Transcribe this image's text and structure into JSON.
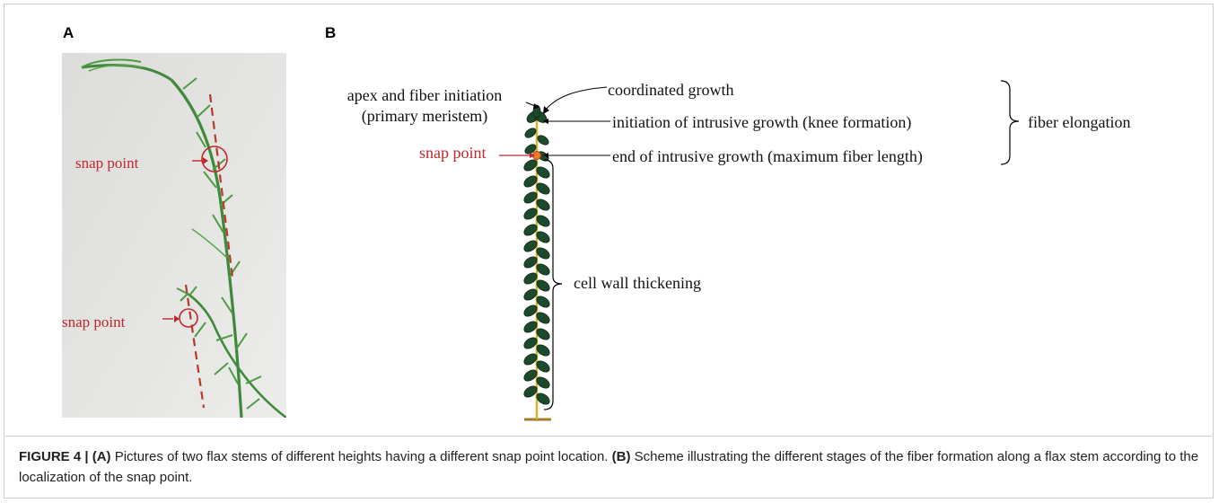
{
  "panels": {
    "a_label": "A",
    "b_label": "B"
  },
  "photo_a": {
    "snap_point_upper": "snap point",
    "snap_point_lower": "snap point"
  },
  "scheme_b": {
    "apex_line1": "apex and fiber initiation",
    "apex_line2": "(primary meristem)",
    "snap_point": "snap point",
    "coordinated_growth": "coordinated growth",
    "initiation_intrusive": "initiation of intrusive growth (knee formation)",
    "end_intrusive": "end of intrusive growth (maximum fiber length)",
    "fiber_elongation": "fiber elongation",
    "cell_wall_thickening": "cell wall thickening"
  },
  "caption": {
    "figure_label": "FIGURE 4 |",
    "a_ref": "(A)",
    "a_text": " Pictures of two flax stems of different heights having a different snap point location. ",
    "b_ref": "(B)",
    "b_text": " Scheme illustrating the different stages of the fiber formation along a flax stem according to the localization of the snap point."
  },
  "colors": {
    "annotation_red": "#c0282d",
    "leaf_green": "#1d4a2c",
    "stem_yellow": "#d4b52a",
    "snap_dot": "#f07a2a"
  }
}
